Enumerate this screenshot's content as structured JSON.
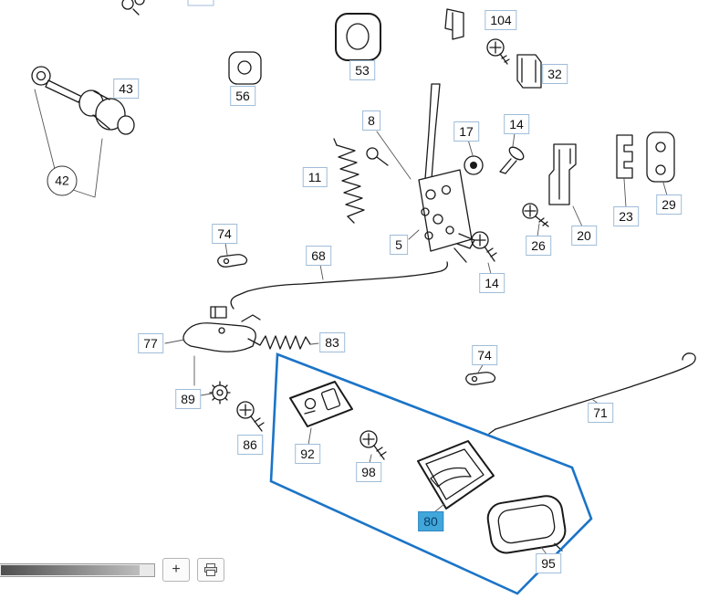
{
  "page": {
    "background": "#ffffff"
  },
  "colors": {
    "label_border": "#9fbcd8",
    "highlight_bg": "#41a7da",
    "highlight_text": "#0a3c68",
    "outline_color": "#1b74c7",
    "line_color": "#1a1a1a"
  },
  "labels": {
    "l43": "43",
    "l42": "42",
    "l56": "56",
    "l53": "53",
    "l104": "104",
    "l32": "32",
    "l8": "8",
    "l17": "17",
    "l14a": "14",
    "l11": "11",
    "l5": "5",
    "l74a": "74",
    "l68": "68",
    "l26": "26",
    "l20": "20",
    "l23": "23",
    "l29": "29",
    "l14b": "14",
    "l77": "77",
    "l83": "83",
    "l89": "89",
    "l86": "86",
    "l92": "92",
    "l98": "98",
    "l74b": "74",
    "l71": "71",
    "l80": "80",
    "l95": "95"
  },
  "selection": {
    "selected_part": "80"
  },
  "toolbar": {
    "zoom_in_label": "+"
  },
  "icons": {
    "print": "printer-icon",
    "zoom_in": "plus-icon"
  }
}
